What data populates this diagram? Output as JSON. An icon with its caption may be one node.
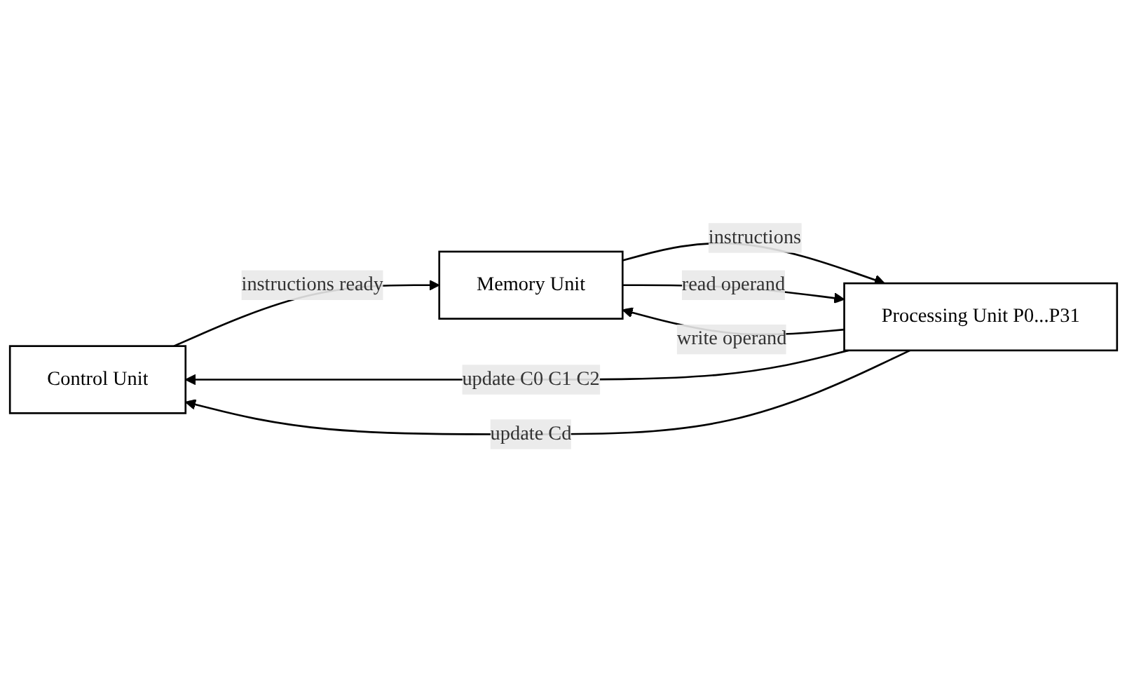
{
  "diagram": {
    "nodes": [
      {
        "text": [
          "Control Unit"
        ]
      },
      {
        "text": [
          "Processing Unit P0...P31"
        ]
      },
      {
        "text": [
          "Memory Unit"
        ]
      }
    ],
    "edges": [
      {
        "from": 0,
        "to": 2,
        "arrow": "to",
        "label": "instructions ready"
      },
      {
        "from": 1,
        "to": 0,
        "arrow": "to",
        "label": "update C0 C1 C2"
      },
      {
        "from": 1,
        "to": 0,
        "arrow": "to",
        "label": "update Cd"
      },
      {
        "from": 2,
        "to": 1,
        "arrow": "to",
        "label": "instructions"
      },
      {
        "from": 2,
        "to": 1,
        "arrow": "to",
        "label": "read operand"
      },
      {
        "from": 1,
        "to": 2,
        "arrow": "to",
        "label": "write operand"
      }
    ]
  }
}
